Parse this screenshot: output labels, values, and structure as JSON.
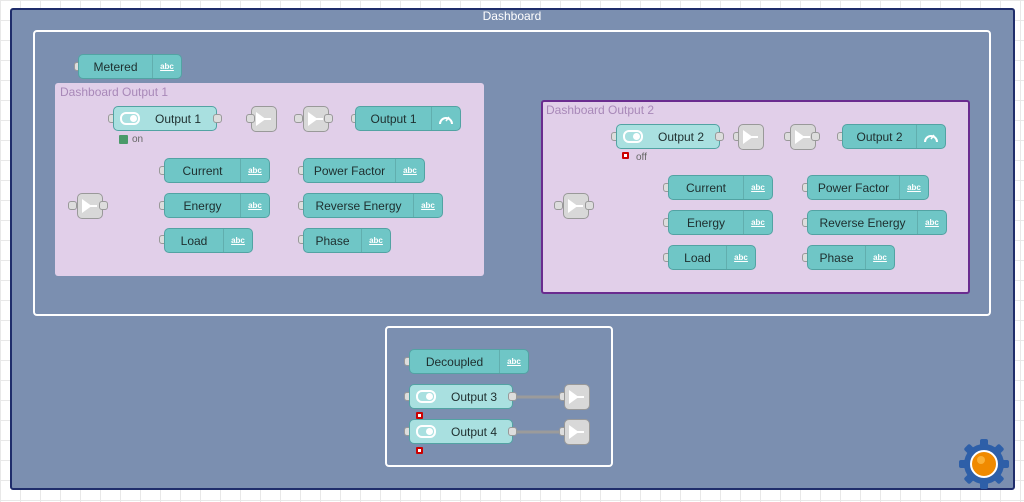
{
  "title": "Dashboard",
  "flow1": {
    "label": "Dashboard Output 1",
    "switch_label": "Output 1",
    "gauge_label": "Output 1",
    "status": "on",
    "left": [
      "Current",
      "Energy",
      "Load"
    ],
    "right": [
      "Power Factor",
      "Reverse Energy",
      "Phase"
    ]
  },
  "flow2": {
    "label": "Dashboard Output 2",
    "switch_label": "Output 2",
    "gauge_label": "Output 2",
    "status": "off",
    "left": [
      "Current",
      "Energy",
      "Load"
    ],
    "right": [
      "Power Factor",
      "Reverse Energy",
      "Phase"
    ]
  },
  "metered_label": "Metered",
  "decoupled": {
    "label": "Decoupled",
    "switches": [
      "Output 3",
      "Output 4"
    ]
  },
  "icons": {
    "text_icon": "abc",
    "gauge_icon": "gauge-icon",
    "link_icon": "link-icon",
    "switch_icon": "toggle-icon",
    "settings_icon": "gear-icon"
  },
  "colors": {
    "workspace": "#7b8fb0",
    "node": "#6fc6c6",
    "flow_group": "#e1cfe9",
    "status_on": "#4a9a6a",
    "status_off": "#cc0000"
  }
}
